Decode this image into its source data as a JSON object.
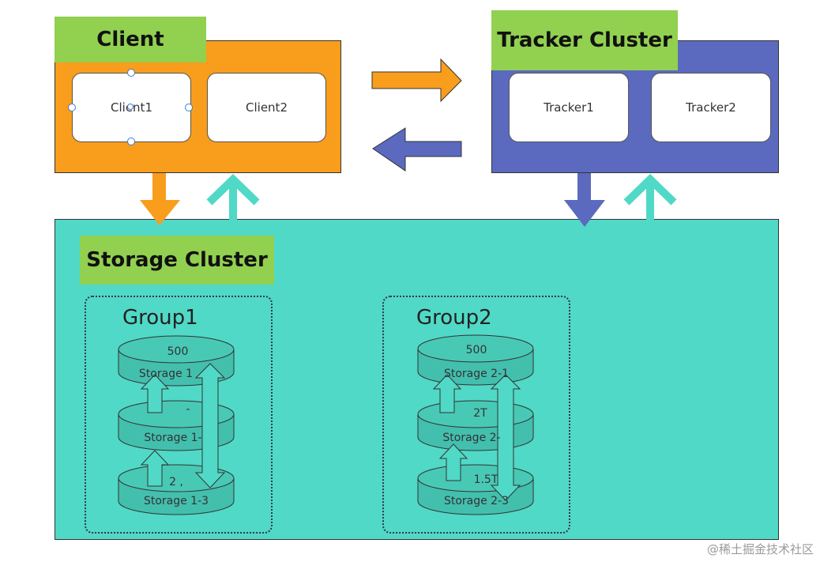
{
  "client": {
    "title": "Client",
    "nodes": [
      "Client1",
      "Client2"
    ]
  },
  "tracker": {
    "title": "Tracker Cluster",
    "nodes": [
      "Tracker1",
      "Tracker2"
    ]
  },
  "storage": {
    "title": "Storage Cluster",
    "groups": [
      {
        "label": "Group1",
        "servers": [
          {
            "top_label": "500",
            "name": "Storage 1"
          },
          {
            "top_label": "-",
            "name": "Storage 1-"
          },
          {
            "top_label": "2 ,",
            "name": "Storage 1-3"
          }
        ]
      },
      {
        "label": "Group2",
        "servers": [
          {
            "top_label": "500",
            "name": "Storage 2-1"
          },
          {
            "top_label": "2T",
            "name": "Storage 2-"
          },
          {
            "top_label": "1.5T",
            "name": "Storage 2-3"
          }
        ]
      }
    ]
  },
  "colors": {
    "client_orange": "#f99d1c",
    "tracker_blue": "#5b6abf",
    "storage_teal": "#50d9c6",
    "title_green": "#92d050",
    "cylinder_teal": "#43bfae"
  },
  "watermark": "@稀土掘金技术社区"
}
